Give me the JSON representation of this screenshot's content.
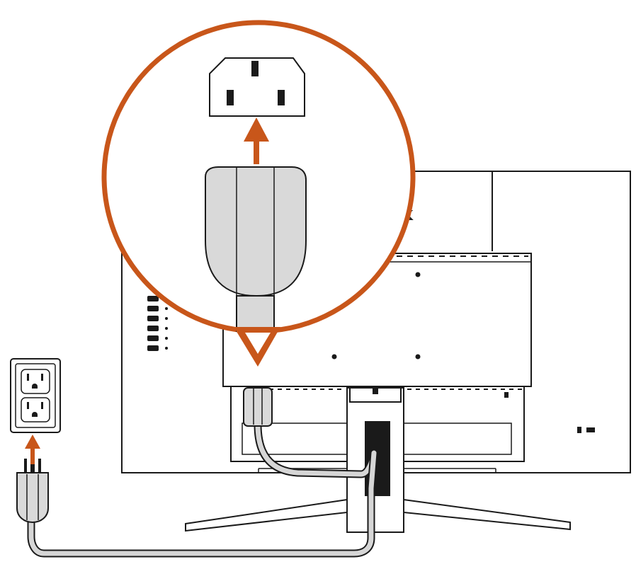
{
  "diagram": {
    "monitor_brand_fragment": "k",
    "accent_color": "#c8561a",
    "line_color": "#1a1a1a",
    "plug_fill_color": "#d9d9d9",
    "steps": [
      {
        "from": "power-cord-plug",
        "to": "monitor-ac-inlet",
        "direction": "up"
      },
      {
        "from": "wall-plug",
        "to": "wall-outlet",
        "direction": "up"
      }
    ]
  }
}
